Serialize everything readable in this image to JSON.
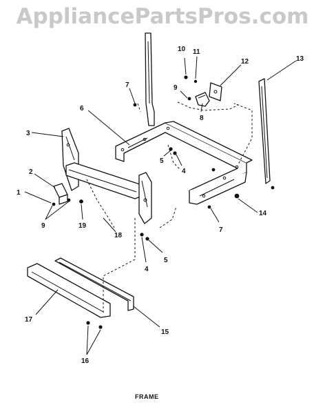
{
  "watermark": "AppliancePartsPros.com",
  "caption": "FRAME",
  "callouts": {
    "c1": "1",
    "c2": "2",
    "c3": "3",
    "c4a": "4",
    "c4b": "4",
    "c5a": "5",
    "c5b": "5",
    "c6": "6",
    "c7a": "7",
    "c7b": "7",
    "c8": "8",
    "c9a": "9",
    "c9b": "9",
    "c10": "10",
    "c11": "11",
    "c12": "12",
    "c13": "13",
    "c14": "14",
    "c15": "15",
    "c16": "16",
    "c17": "17",
    "c18": "18",
    "c19": "19"
  }
}
